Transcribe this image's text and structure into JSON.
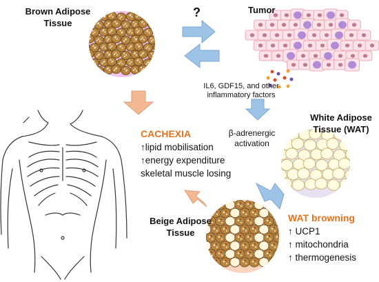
{
  "labels": {
    "brown_adipose": [
      "Brown Adipose",
      "Tissue"
    ],
    "question_mark": "?",
    "tumor": "Tumor",
    "factors": [
      "IL6, GDF15, and other",
      "inflammatory factors"
    ],
    "beta_adrenergic": [
      "β-adrenergic",
      "activation"
    ],
    "white_adipose": [
      "White Adipose",
      "Tissue (WAT)"
    ],
    "beige_adipose": [
      "Beige Adipose",
      "Tissue"
    ]
  },
  "cachexia": {
    "title": "CACHEXIA",
    "items": [
      "↑lipid mobilisation",
      "↑energy expenditure",
      "skeletal muscle losing"
    ]
  },
  "wat_browning": {
    "title": "WAT browning",
    "items": [
      "↑ UCP1",
      "↑ mitochondria",
      "↑ thermogenesis"
    ]
  },
  "colors": {
    "accent_orange": "#e3731f",
    "blue_arrow": "#9dc3e6",
    "peach_arrow": "#f4b993",
    "bat_background": "#f0c6e8",
    "wat_background": "#e8e1f1",
    "beige_background": "#fbd4bd",
    "brown_cell": "#b8863e",
    "tumor_nucleus": "#b28ad6"
  }
}
